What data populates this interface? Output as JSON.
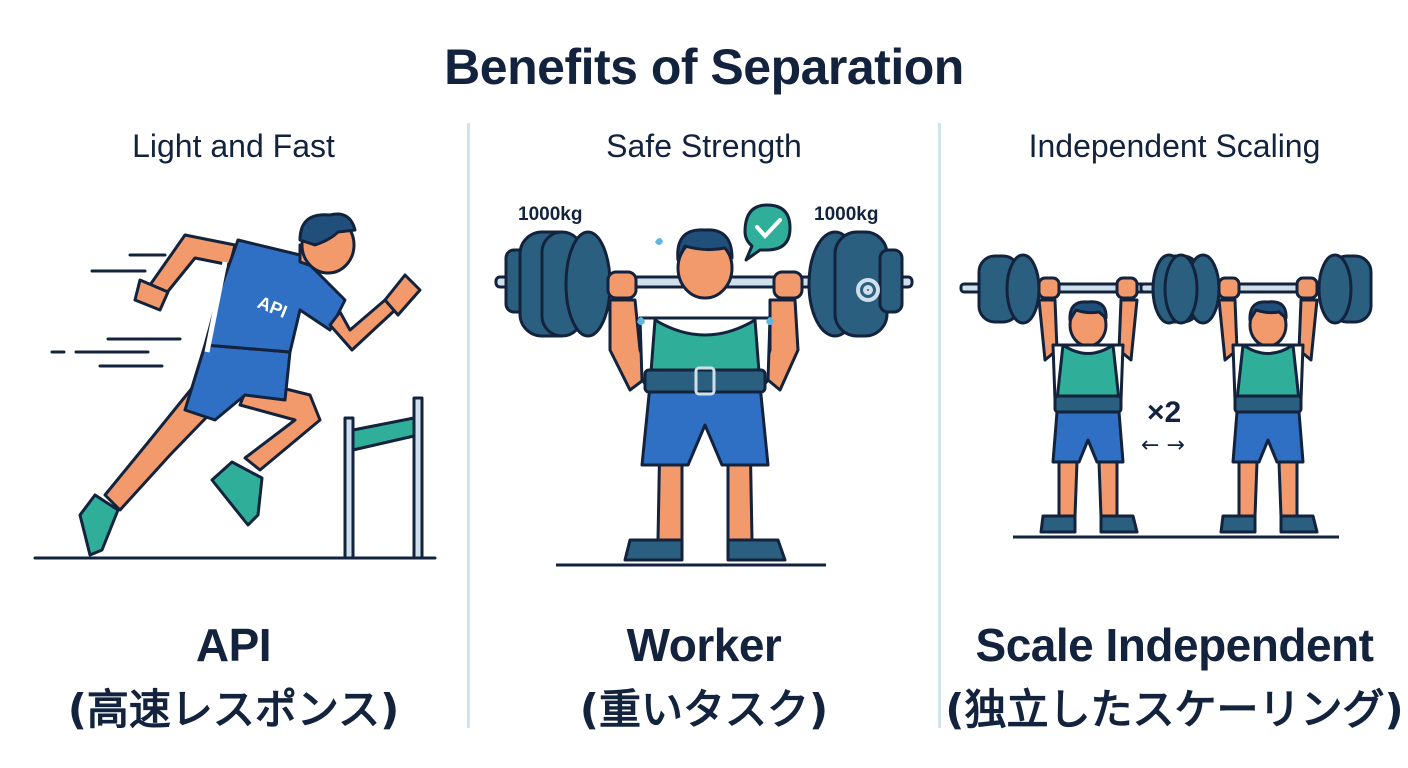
{
  "title": "Benefits of Separation",
  "colors": {
    "text": "#13233d",
    "divider": "#d3e2ef",
    "shirt_blue": "#2f6fc4",
    "shirt_teal": "#2fae9a",
    "plate": "#2a5f80",
    "skin": "#f29a6c",
    "bar": "#cfe0ec"
  },
  "panels": [
    {
      "subtitle": "Light and Fast",
      "illustration": {
        "icon": "sprinter-icon",
        "shirt_text": "API"
      },
      "heading": "API",
      "caption": "(高速レスポンス)"
    },
    {
      "subtitle": "Safe Strength",
      "illustration": {
        "icon": "weightlifter-icon",
        "left_weight": "1000kg",
        "right_weight": "1000kg",
        "badges": [
          "check-speech-bubble-icon",
          "gear-icon"
        ]
      },
      "heading": "Worker",
      "caption": "(重いタスク)"
    },
    {
      "subtitle": "Independent Scaling",
      "illustration": {
        "icon": "two-weightlifters-icon",
        "multiplier": "×2",
        "arrows": "← →"
      },
      "heading": "Scale Independent",
      "caption": "(独立したスケーリング)"
    }
  ]
}
